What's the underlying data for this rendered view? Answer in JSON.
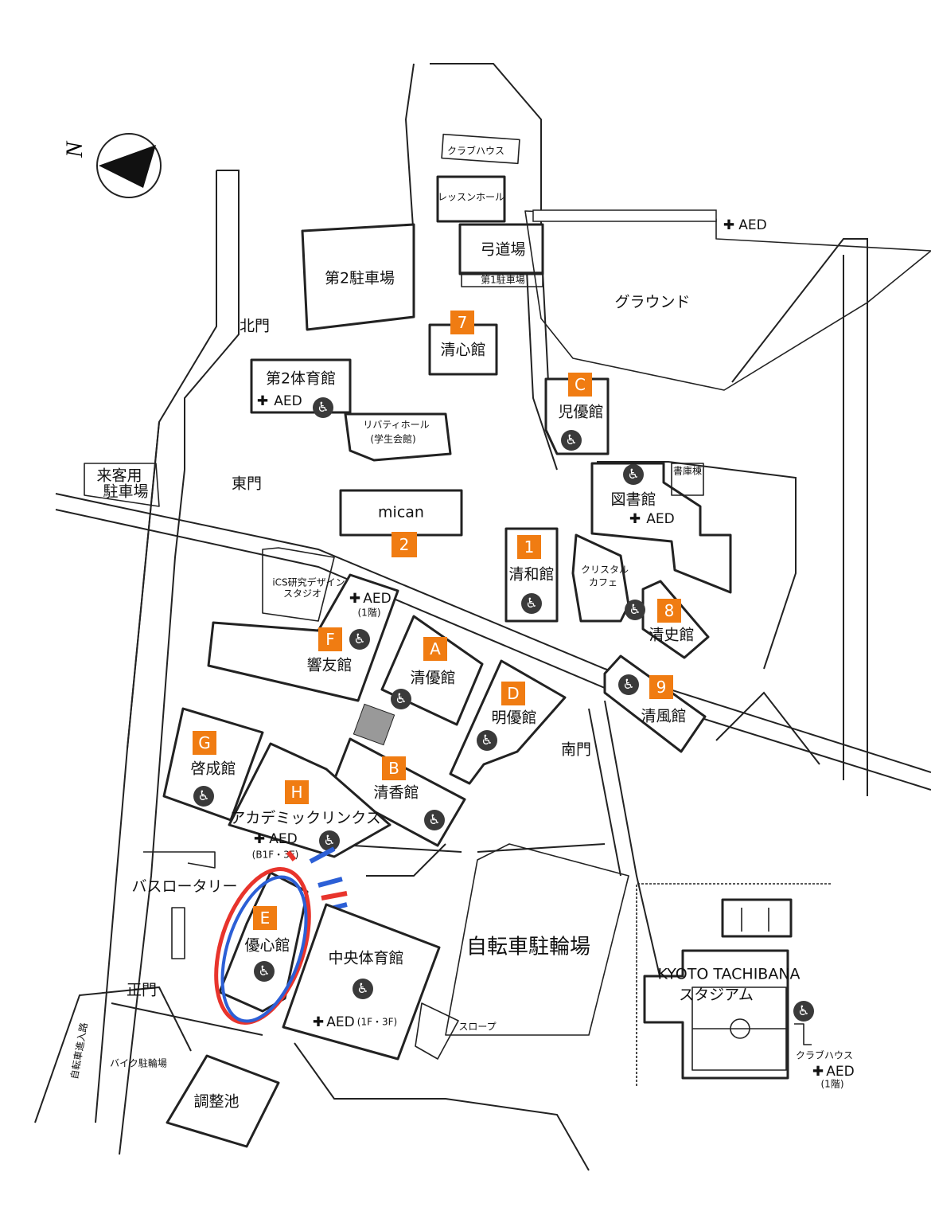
{
  "compass": {
    "label": "N"
  },
  "colors": {
    "badge": "#f07c12",
    "highlight_red": "#e8342c",
    "highlight_blue": "#2c5fd6",
    "wheelchair": "#3a3a3a"
  },
  "icons": {
    "wheelchair": "♿",
    "aed_cross": "✚"
  },
  "labels": {
    "club_house_top": "クラブハウス",
    "lesson_hall": "レッスンホール",
    "kyudojo": "弓道場",
    "parking1": "第1駐車場",
    "parking2": "第2駐車場",
    "ground": "グラウンド",
    "north_gate": "北門",
    "east_gate": "東門",
    "guest_parking_1": "来客用",
    "guest_parking_2": "駐車場",
    "gym2": "第2体育館",
    "liberty_hall_1": "リバティホール",
    "liberty_hall_2": "(学生会館)",
    "mican": "mican",
    "library": "図書館",
    "book_storage": "書庫棟",
    "crystal_cafe_1": "クリスタル",
    "crystal_cafe_2": "カフェ",
    "ics_1": "iCS研究デザイン",
    "ics_2": "スタジオ",
    "south_gate": "南門",
    "bus_rotary": "バスロータリー",
    "main_gate": "正門",
    "bike_parking": "バイク駐輪場",
    "pond": "調整池",
    "bicycle_parking": "自転車駐輪場",
    "slope": "スロープ",
    "stadium_1": "KYOTO TACHIBANA",
    "stadium_2": "スタジアム",
    "club_house_stadium": "クラブハウス",
    "bicycle_road": "自転車進入路"
  },
  "aed": {
    "top": "AED",
    "gym2": "AED",
    "library": "AED",
    "kyoyu_1": "AED",
    "kyoyu_2": "(1階)",
    "academic_1": "AED",
    "academic_2": "(B1F・3F)",
    "central_gym": "AED",
    "central_gym_floor": "(1F・3F)",
    "stadium_1": "AED",
    "stadium_2": "(1階)"
  },
  "buildings": [
    {
      "badge": "7",
      "name": "清心館"
    },
    {
      "badge": "C",
      "name": "児優館"
    },
    {
      "badge": "2",
      "name": "mican"
    },
    {
      "badge": "1",
      "name": "清和館"
    },
    {
      "badge": "8",
      "name": "清史館"
    },
    {
      "badge": "9",
      "name": "清風館"
    },
    {
      "badge": "F",
      "name": "響友館"
    },
    {
      "badge": "A",
      "name": "清優館"
    },
    {
      "badge": "D",
      "name": "明優館"
    },
    {
      "badge": "B",
      "name": "清香館"
    },
    {
      "badge": "G",
      "name": "啓成館"
    },
    {
      "badge": "H",
      "name": "アカデミックリンクス"
    },
    {
      "badge": "E",
      "name": "優心館"
    },
    {
      "badge": "",
      "name": "中央体育館"
    }
  ]
}
